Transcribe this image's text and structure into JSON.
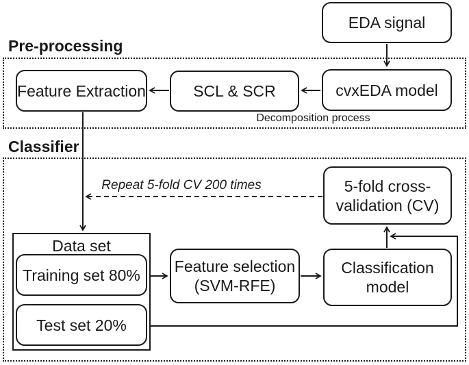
{
  "sections": {
    "preprocessing": {
      "label": "Pre-processing"
    },
    "classifier": {
      "label": "Classifier"
    }
  },
  "nodes": {
    "eda_signal": {
      "label": "EDA signal"
    },
    "cvxeda_model": {
      "label": "cvxEDA model"
    },
    "scl_scr": {
      "label": "SCL & SCR"
    },
    "feature_extraction": {
      "label": "Feature Extraction"
    },
    "five_fold_cv": {
      "line1": "5-fold cross-",
      "line2": "validation (CV)"
    },
    "data_set": {
      "label": "Data set"
    },
    "training_set": {
      "label": "Training set 80%"
    },
    "test_set": {
      "label": "Test set 20%"
    },
    "feature_selection": {
      "line1": "Feature selection",
      "line2": "(SVM-RFE)"
    },
    "classification_model": {
      "line1": "Classification",
      "line2": "model"
    }
  },
  "annotations": {
    "decomposition": "Decomposition process",
    "repeat_cv": "Repeat 5-fold CV 200 times"
  },
  "colors": {
    "line": "#1a1a1a",
    "background": "#ffffff"
  }
}
